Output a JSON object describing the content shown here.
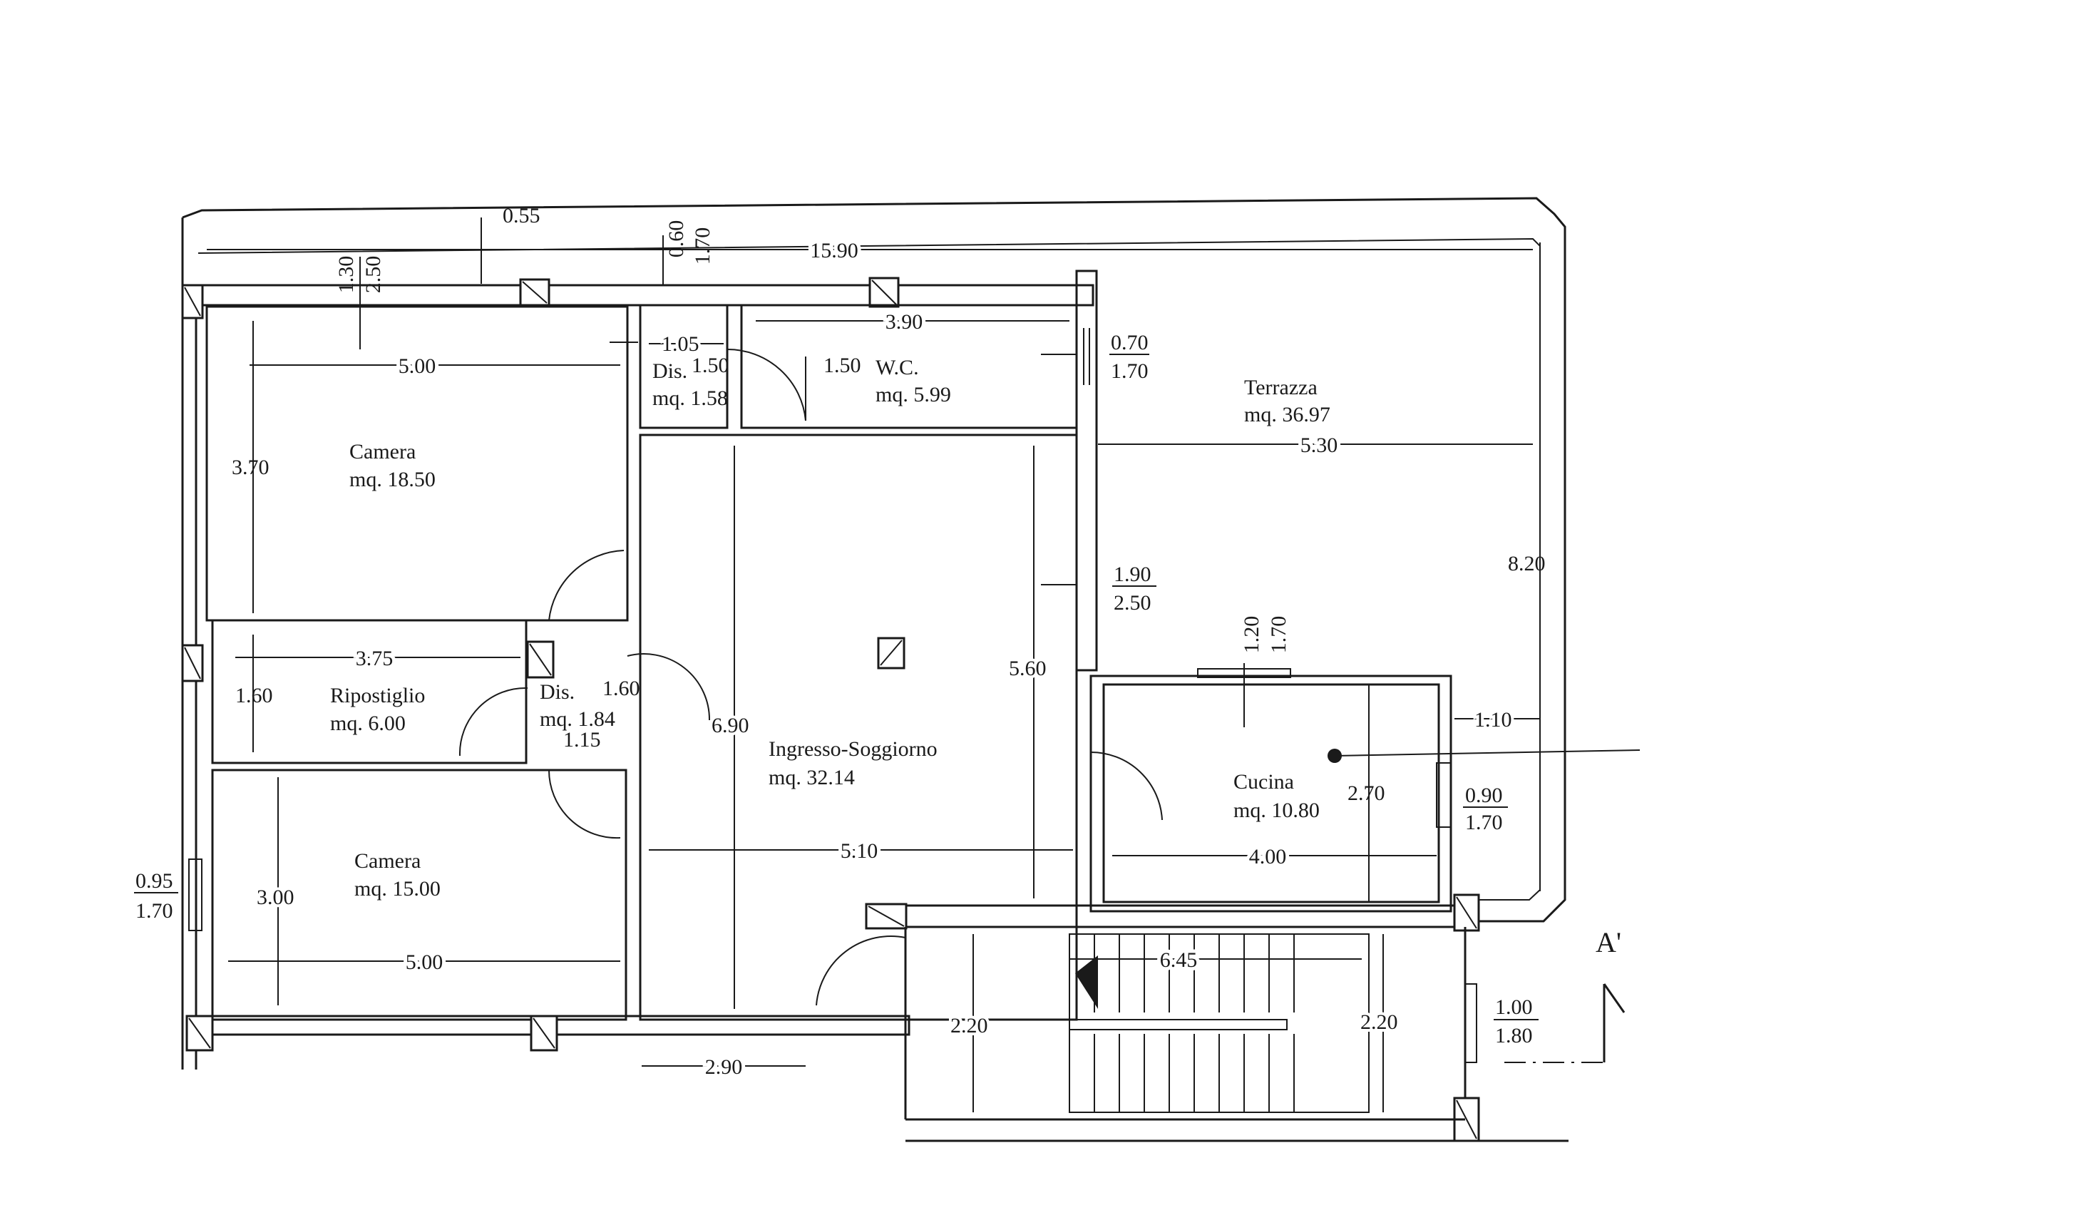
{
  "rooms": [
    {
      "name": "Camera",
      "area": "mq. 18.50"
    },
    {
      "name": "Dis.",
      "area": "mq. 1.58"
    },
    {
      "name": "W.C.",
      "area": "mq. 5.99"
    },
    {
      "name": "Terrazza",
      "area": "mq. 36.97"
    },
    {
      "name": "Ripostiglio",
      "area": "mq. 6.00"
    },
    {
      "name": "Dis.",
      "area": "mq. 1.84"
    },
    {
      "name": "Ingresso-Soggiorno",
      "area": "mq. 32.14"
    },
    {
      "name": "Cucina",
      "area": "mq. 10.80"
    },
    {
      "name": "Camera",
      "area": "mq. 15.00"
    }
  ],
  "dimensions": {
    "overall_width": "15.90",
    "top_offset": "0.55",
    "wall_a": "1.30",
    "wall_b": "2.50",
    "wall_c": "0.60",
    "wall_d": "1.70",
    "dis1_width": "1.05",
    "dis1_depth": "1.50",
    "wc_depth": "1.50",
    "wc_width": "3.90",
    "wc_window_w": "0.70",
    "wc_window_h": "1.70",
    "camera1_width": "5.00",
    "camera1_depth": "3.70",
    "terrazza_width": "5.30",
    "terrazza_depth": "8.20",
    "sogg_window_w": "1.90",
    "sogg_window_h": "2.50",
    "sogg_depth_a": "5.60",
    "rip_width": "3.75",
    "rip_depth": "1.60",
    "dis2_depth": "1.60",
    "dis2_width": "1.15",
    "sogg_depth_b": "6.90",
    "cucina_win_a": "1.20",
    "cucina_win_b": "1.70",
    "cucina_offset": "1.10",
    "cucina_depth": "2.70",
    "cucina_window_w": "0.90",
    "cucina_window_h": "1.70",
    "cucina_width": "4.00",
    "sogg_width": "5.10",
    "camera2_window_w": "0.95",
    "camera2_window_h": "1.70",
    "camera2_depth": "3.00",
    "camera2_width": "5.00",
    "stair_width": "6.45",
    "landing_a": "2.20",
    "landing_b": "2.20",
    "stair_window_w": "1.00",
    "stair_window_h": "1.80",
    "bottom_width": "2.90"
  },
  "section_mark": "A'"
}
